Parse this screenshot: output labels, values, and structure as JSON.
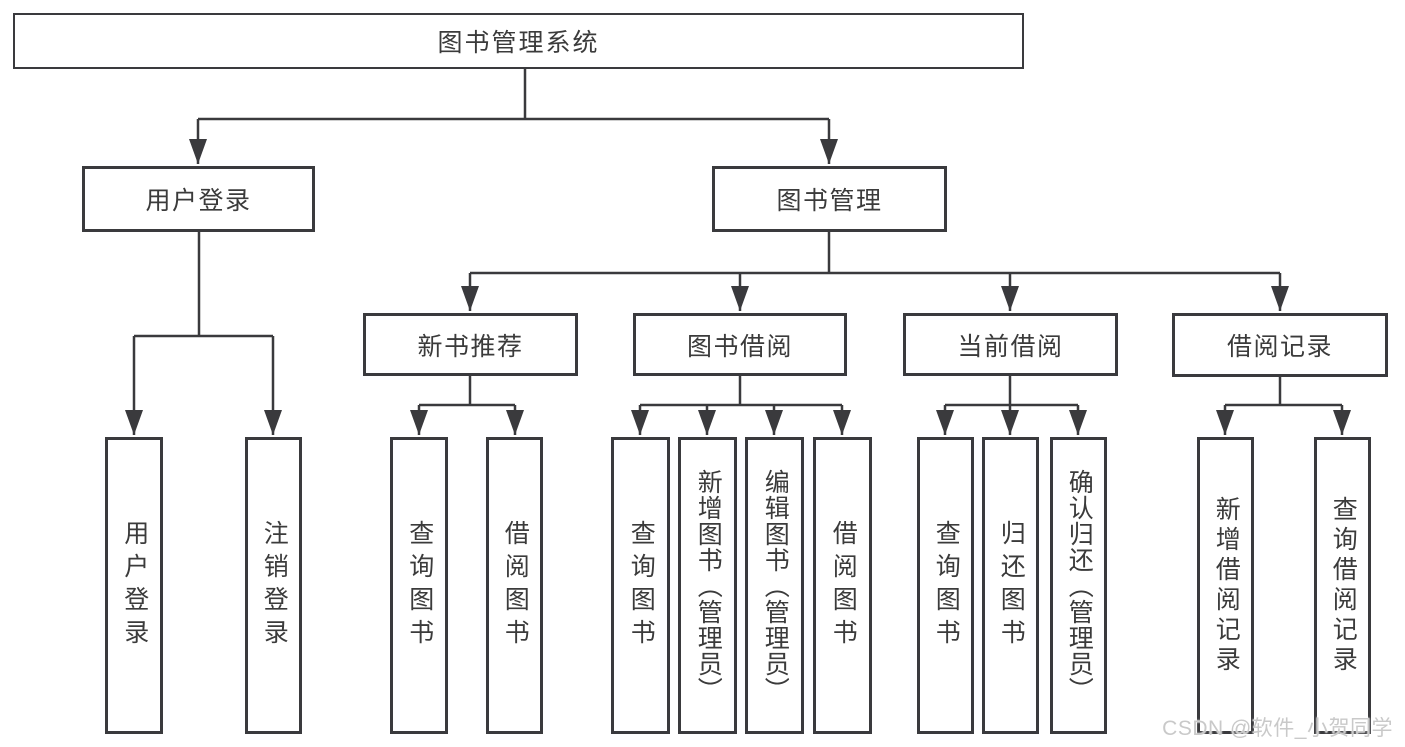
{
  "diagram": {
    "type": "tree",
    "title": "图书管理系统",
    "hierarchy": {
      "图书管理系统": {
        "用户登录": [
          "用户登录",
          "注销登录"
        ],
        "图书管理": {
          "新书推荐": [
            "查询图书",
            "借阅图书"
          ],
          "图书借阅": [
            "查询图书",
            "新增图书（管理员）",
            "编辑图书（管理员）",
            "借阅图书"
          ],
          "当前借阅": [
            "查询图书",
            "归还图书",
            "确认归还（管理员）"
          ],
          "借阅记录": [
            "新增借阅记录",
            "查询借阅记录"
          ]
        }
      }
    }
  },
  "nodes": {
    "root": {
      "label": "图书管理系统"
    },
    "user_login": {
      "label": "用户登录"
    },
    "book_mgmt": {
      "label": "图书管理"
    },
    "new_book_rec": {
      "label": "新书推荐"
    },
    "book_borrow": {
      "label": "图书借阅"
    },
    "current_borrow": {
      "label": "当前借阅"
    },
    "borrow_records": {
      "label": "借阅记录"
    },
    "login": {
      "label": "用户登录"
    },
    "logout": {
      "label": "注销登录"
    },
    "rec_query": {
      "label": "查询图书"
    },
    "rec_borrow": {
      "label": "借阅图书"
    },
    "bor_query": {
      "label": "查询图书"
    },
    "bor_add": {
      "label": "新增图书（管理员）"
    },
    "bor_edit": {
      "label": "编辑图书（管理员）"
    },
    "bor_borrow": {
      "label": "借阅图书"
    },
    "cur_query": {
      "label": "查询图书"
    },
    "cur_return": {
      "label": "归还图书"
    },
    "cur_confirm": {
      "label": "确认归还（管理员）"
    },
    "rcd_add": {
      "label": "新增借阅记录"
    },
    "rcd_query": {
      "label": "查询借阅记录"
    }
  },
  "edges": [
    [
      "图书管理系统",
      "用户登录"
    ],
    [
      "图书管理系统",
      "图书管理"
    ],
    [
      "用户登录",
      "用户登录(叶)"
    ],
    [
      "用户登录",
      "注销登录"
    ],
    [
      "图书管理",
      "新书推荐"
    ],
    [
      "图书管理",
      "图书借阅"
    ],
    [
      "图书管理",
      "当前借阅"
    ],
    [
      "图书管理",
      "借阅记录"
    ],
    [
      "新书推荐",
      "查询图书"
    ],
    [
      "新书推荐",
      "借阅图书"
    ],
    [
      "图书借阅",
      "查询图书"
    ],
    [
      "图书借阅",
      "新增图书（管理员）"
    ],
    [
      "图书借阅",
      "编辑图书（管理员）"
    ],
    [
      "图书借阅",
      "借阅图书"
    ],
    [
      "当前借阅",
      "查询图书"
    ],
    [
      "当前借阅",
      "归还图书"
    ],
    [
      "当前借阅",
      "确认归还（管理员）"
    ],
    [
      "借阅记录",
      "新增借阅记录"
    ],
    [
      "借阅记录",
      "查询借阅记录"
    ]
  ],
  "watermark": {
    "text": "CSDN @软件_小贺同学"
  },
  "colors": {
    "background": "#ffffff",
    "line": "#3a3a3d",
    "box_border": "#3a3a3d",
    "text": "#3b3b3b",
    "watermark": "#c9c9c9"
  }
}
